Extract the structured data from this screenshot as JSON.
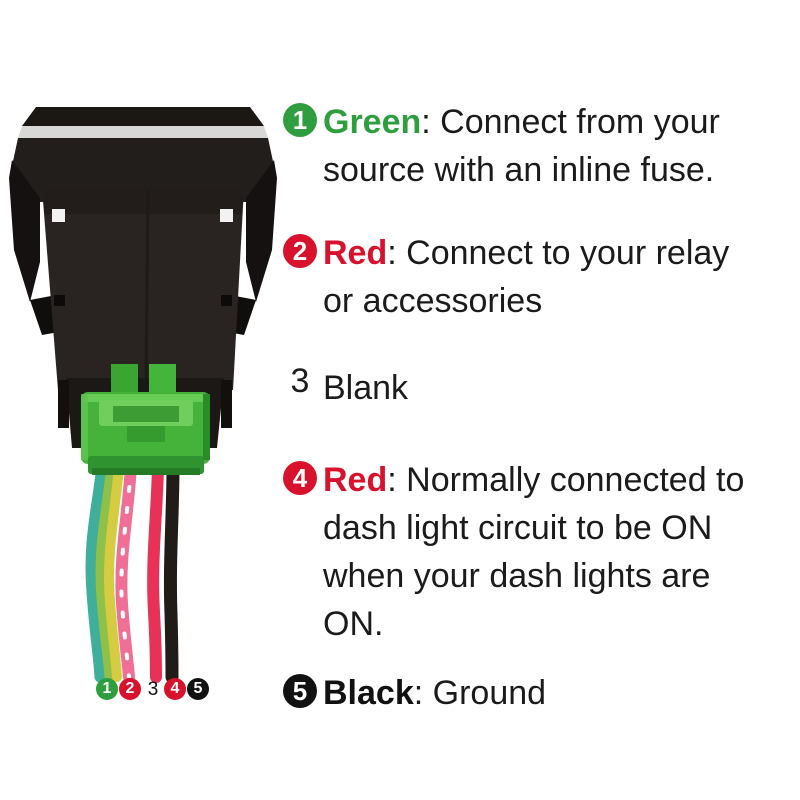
{
  "illustration": {
    "name": "push-button switch rear view with green connector and 5-wire harness",
    "colors": {
      "bezel_dark": "#1b1713",
      "bezel_stripe": "#d8d8d6",
      "body_dark": "#292421",
      "wing_dark": "#141110",
      "neck_dark": "#1c1815",
      "connector_green": "#45b23a",
      "connector_latch": "#6fce5c",
      "wire_teal": "#3fae9b",
      "wire_green": "#8ec04a",
      "wire_yellow": "#d6cc42",
      "wire_pink": "#ef6f97",
      "wire_red": "#e73156",
      "wire_black": "#211c18"
    }
  },
  "wire_pins": [
    {
      "number": "1",
      "style": "circle",
      "color": "#2f9e3e"
    },
    {
      "number": "2",
      "style": "circle",
      "color": "#d8112c"
    },
    {
      "number": "3",
      "style": "plain",
      "color": "#111111"
    },
    {
      "number": "4",
      "style": "circle",
      "color": "#d8112c"
    },
    {
      "number": "5",
      "style": "circle",
      "color": "#111111"
    }
  ],
  "legend": {
    "items": [
      {
        "number": "1",
        "badge_style": "circle",
        "badge_color": "#2f9e3e",
        "label": "Green",
        "label_color": "#2f9e3e",
        "separator": ": ",
        "description": "Connect from your\nsource with an inline fuse."
      },
      {
        "number": "2",
        "badge_style": "circle",
        "badge_color": "#d8112c",
        "label": "Red",
        "label_color": "#d8112c",
        "separator": ": ",
        "description": "Connect to your relay\nor accessories"
      },
      {
        "number": "3",
        "badge_style": "plain",
        "badge_color": "transparent",
        "label": "",
        "label_color": "#1b1b1b",
        "separator": "",
        "description": "Blank"
      },
      {
        "number": "4",
        "badge_style": "circle",
        "badge_color": "#d8112c",
        "label": "Red",
        "label_color": "#d8112c",
        "separator": ": ",
        "description": "Normally connected to\ndash light circuit to be ON\nwhen your dash lights are\nON."
      },
      {
        "number": "5",
        "badge_style": "circle",
        "badge_color": "#111111",
        "label": "Black",
        "label_color": "#111111",
        "separator": ": ",
        "description": "Ground"
      }
    ]
  }
}
